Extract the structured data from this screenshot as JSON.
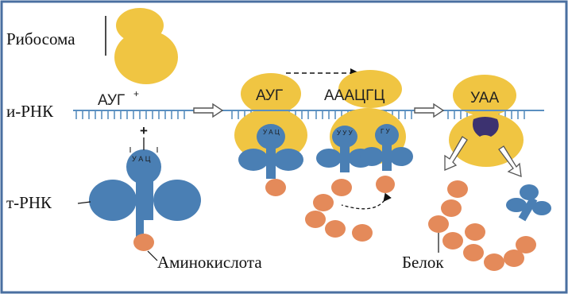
{
  "labels": {
    "ribosome": "Рибосома",
    "mrna": "и-РНК",
    "trna": "т-РНК",
    "amino_acid": "Аминокислота",
    "protein": "Белок"
  },
  "codons": {
    "start": "АУГ",
    "start_sup": "+",
    "plus_sign": "+",
    "stage2": "АУГ",
    "stage3": "АААЦГЦ",
    "stop": "УАА"
  },
  "anticodons": {
    "free_trna": "У А Ц",
    "stage2_trna": "У А Ц",
    "stage3_left": "У У У",
    "stage3_right": "Г У"
  },
  "colors": {
    "ribosome": "#f0c542",
    "trna": "#4a7fb4",
    "amino": "#e48a5a",
    "mrna": "#5a8fc0",
    "release_factor": "#3c3270",
    "arrow_outline": "#555555"
  }
}
